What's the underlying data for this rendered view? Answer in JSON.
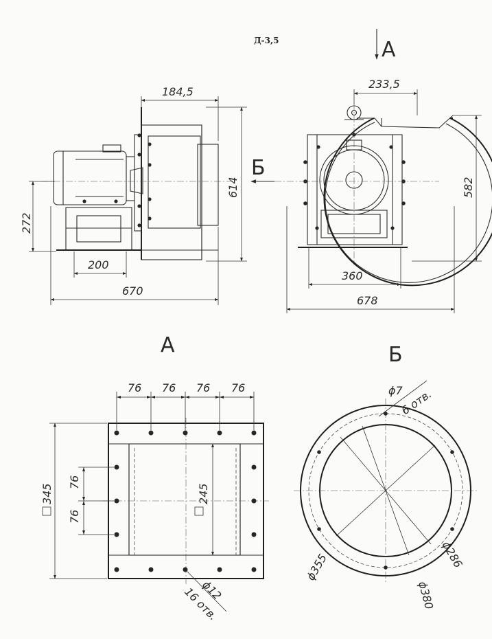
{
  "title": "Д-3,5",
  "views": {
    "side": {
      "dims": {
        "d_184_5": "184,5",
        "d_614": "614",
        "d_272": "272",
        "d_200": "200",
        "d_670": "670"
      }
    },
    "front": {
      "arrow_a_label": "А",
      "arrow_b_label": "Б",
      "dims": {
        "d_233_5": "233,5",
        "d_582": "582",
        "d_360": "360",
        "d_678": "678"
      }
    },
    "view_a": {
      "title": "А",
      "dims": {
        "top_76_1": "76",
        "top_76_2": "76",
        "top_76_3": "76",
        "top_76_4": "76",
        "left_76_1": "76",
        "left_76_2": "76",
        "sq_345": "345",
        "sq_245": "245",
        "hole_dia": "ϕ12",
        "hole_count": "16 отв."
      }
    },
    "view_b": {
      "title": "Б",
      "dims": {
        "hole_dia": "ϕ7",
        "hole_count": "6 отв.",
        "d_286": "ϕ286",
        "d_355": "ϕ355",
        "d_380": "ϕ380"
      }
    }
  }
}
